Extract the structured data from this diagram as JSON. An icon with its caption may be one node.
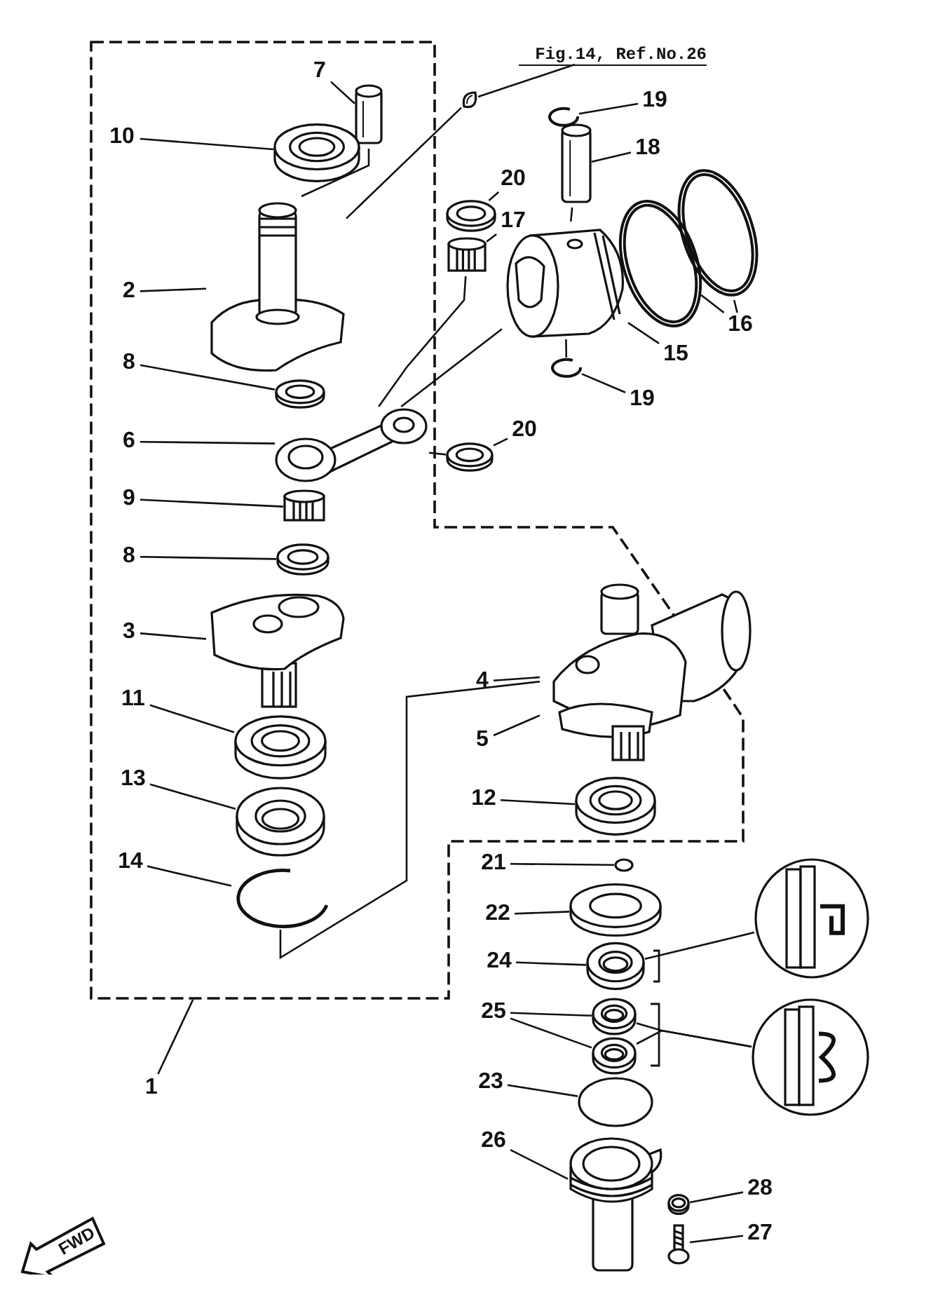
{
  "diagram": {
    "nodes": [
      {
        "text": [
          "Fig.14, Ref.No.26"
        ]
      },
      {
        "text": [
          "7"
        ],
        "in": 32
      },
      {
        "text": [
          "19"
        ]
      },
      {
        "text": [
          "10"
        ],
        "in": 32
      },
      {
        "text": [
          "18"
        ]
      },
      {
        "text": [
          "20"
        ]
      },
      {
        "text": [
          "17"
        ]
      },
      {
        "text": [
          "2"
        ],
        "in": 32
      },
      {
        "text": [
          "16"
        ]
      },
      {
        "text": [
          "15"
        ]
      },
      {
        "text": [
          "8"
        ],
        "in": 32
      },
      {
        "text": [
          "19"
        ]
      },
      {
        "text": [
          "6"
        ],
        "in": 32
      },
      {
        "text": [
          "20"
        ]
      },
      {
        "text": [
          "9"
        ],
        "in": 32
      },
      {
        "text": [
          "8"
        ],
        "in": 32
      },
      {
        "text": [
          "3"
        ],
        "in": 32
      },
      {
        "text": [
          "4"
        ],
        "in": 32
      },
      {
        "text": [
          "11"
        ],
        "in": 32
      },
      {
        "text": [
          "5"
        ],
        "in": 32
      },
      {
        "text": [
          "13"
        ],
        "in": 32
      },
      {
        "text": [
          "12"
        ],
        "in": 32
      },
      {
        "text": [
          "14"
        ],
        "in": 32
      },
      {
        "text": [
          "21"
        ]
      },
      {
        "text": [
          "22"
        ]
      },
      {
        "text": [
          "24"
        ]
      },
      {
        "text": [
          "25"
        ]
      },
      {
        "text": [
          "1"
        ]
      },
      {
        "text": [
          "23"
        ]
      },
      {
        "text": [
          "26"
        ]
      },
      {
        "text": [
          "28"
        ]
      },
      {
        "text": [
          "27"
        ]
      },
      {
        "text": [],
        "shape": "box"
      },
      {
        "text": [],
        "shape": "cylinder",
        "in": 32
      },
      {
        "text": [],
        "shape": "picture"
      },
      {
        "text": [],
        "shape": "picture",
        "in": 32
      },
      {
        "text": [],
        "shape": "picture"
      },
      {
        "text": [],
        "shape": "cylinder"
      },
      {
        "text": [],
        "shape": "picture"
      },
      {
        "text": [],
        "shape": "picture"
      },
      {
        "text": [],
        "shape": "picture",
        "in": 32
      },
      {
        "text": [],
        "shape": "picture"
      },
      {
        "text": [],
        "shape": "picture"
      },
      {
        "text": [],
        "shape": "picture"
      },
      {
        "text": [],
        "shape": "picture",
        "in": 32
      },
      {
        "text": [],
        "shape": "picture",
        "in": 32
      },
      {
        "text": [],
        "shape": "picture"
      },
      {
        "text": [],
        "shape": "picture"
      },
      {
        "text": [],
        "shape": "picture",
        "in": 32
      },
      {
        "text": [],
        "shape": "picture",
        "in": 32
      },
      {
        "text": [],
        "shape": "picture",
        "in": 32
      },
      {
        "text": [],
        "shape": "picture",
        "in": 32
      },
      {
        "text": [],
        "shape": "picture",
        "in": 32
      },
      {
        "text": [],
        "shape": "picture",
        "in": 32
      },
      {
        "text": [],
        "shape": "picture",
        "in": 32
      },
      {
        "text": [],
        "shape": "picture",
        "in": 32
      },
      {
        "text": [],
        "shape": "circle"
      },
      {
        "text": [],
        "shape": "picture"
      },
      {
        "text": [],
        "shape": "picture"
      },
      {
        "text": [],
        "shape": "picture"
      },
      {
        "text": [],
        "shape": "picture"
      },
      {
        "text": [],
        "shape": "picture"
      },
      {
        "text": [],
        "shape": "picture"
      },
      {
        "text": [],
        "shape": "circle"
      },
      {
        "text": [],
        "shape": "picture"
      },
      {
        "text": [],
        "shape": "picture"
      },
      {
        "text": [],
        "shape": "picture"
      }
    ],
    "edges": [
      {
        "from": 0,
        "to": 34,
        "arrow": "none"
      },
      {
        "from": 1,
        "to": 33,
        "arrow": "none"
      },
      {
        "from": 2,
        "to": 36,
        "arrow": "none"
      },
      {
        "from": 3,
        "to": 35,
        "arrow": "none"
      },
      {
        "from": 4,
        "to": 37,
        "arrow": "none"
      },
      {
        "from": 5,
        "to": 38,
        "arrow": "none"
      },
      {
        "from": 6,
        "to": 39,
        "arrow": "none"
      },
      {
        "from": 7,
        "to": 40,
        "arrow": "none"
      },
      {
        "from": 8,
        "to": 42,
        "arrow": "none"
      },
      {
        "from": 8,
        "to": 43,
        "arrow": "none"
      },
      {
        "from": 9,
        "to": 41,
        "arrow": "none"
      },
      {
        "from": 10,
        "to": 44,
        "arrow": "none"
      },
      {
        "from": 11,
        "to": 46,
        "arrow": "none"
      },
      {
        "from": 12,
        "to": 45,
        "arrow": "none"
      },
      {
        "from": 13,
        "to": 47,
        "arrow": "none"
      },
      {
        "from": 14,
        "to": 48,
        "arrow": "none"
      },
      {
        "from": 15,
        "to": 49,
        "arrow": "none"
      },
      {
        "from": 16,
        "to": 50,
        "arrow": "none"
      },
      {
        "from": 17,
        "to": 51,
        "arrow": "none"
      },
      {
        "from": 18,
        "to": 52,
        "arrow": "none"
      },
      {
        "from": 19,
        "to": 51,
        "arrow": "none"
      },
      {
        "from": 20,
        "to": 53,
        "arrow": "none"
      },
      {
        "from": 21,
        "to": 54,
        "arrow": "none"
      },
      {
        "from": 22,
        "to": 55,
        "arrow": "none"
      },
      {
        "from": 23,
        "to": 56,
        "arrow": "none"
      },
      {
        "from": 24,
        "to": 57,
        "arrow": "none"
      },
      {
        "from": 25,
        "to": 58,
        "arrow": "none"
      },
      {
        "from": 26,
        "to": 60,
        "arrow": "none"
      },
      {
        "from": 26,
        "to": 61,
        "arrow": "none"
      },
      {
        "from": 27,
        "to": 32,
        "arrow": "none"
      },
      {
        "from": 28,
        "to": 63,
        "arrow": "none"
      },
      {
        "from": 29,
        "to": 64,
        "arrow": "none"
      },
      {
        "from": 30,
        "to": 65,
        "arrow": "none"
      },
      {
        "from": 31,
        "to": 66,
        "arrow": "none"
      },
      {
        "from": 33,
        "to": 40,
        "arrow": "none"
      },
      {
        "from": 34,
        "to": 40,
        "arrow": "none"
      },
      {
        "from": 45,
        "to": 41,
        "arrow": "none"
      },
      {
        "from": 45,
        "to": 39,
        "arrow": "none"
      },
      {
        "from": 45,
        "to": 47,
        "arrow": "none"
      },
      {
        "from": 55,
        "to": 51,
        "arrow": "none"
      },
      {
        "from": 58,
        "to": 59,
        "arrow": "none"
      },
      {
        "from": 60,
        "to": 62,
        "arrow": "none"
      },
      {
        "from": 61,
        "to": 62,
        "arrow": "none"
      },
      {
        "from": 37,
        "to": 41,
        "arrow": "none"
      },
      {
        "from": 46,
        "to": 41,
        "arrow": "none"
      }
    ],
    "labels": [
      "FWD"
    ]
  }
}
